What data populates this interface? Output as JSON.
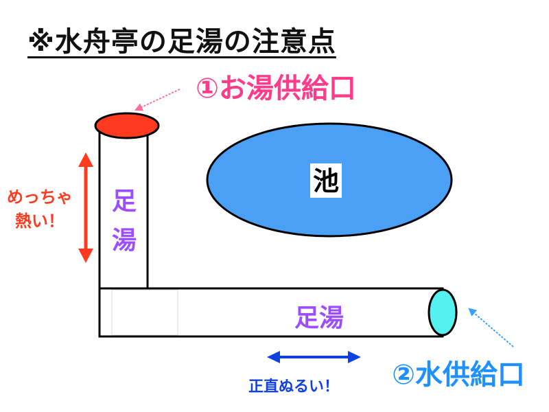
{
  "title": "※水舟亭の足湯の注意点",
  "labels": {
    "hot_water_inlet": "①お湯供給口",
    "pond": "池",
    "foot_bath_vertical_1": "足",
    "foot_bath_vertical_2": "湯",
    "foot_bath_horizontal": "足湯",
    "very_hot_line1": "めっちゃ",
    "very_hot_line2": "熱い！",
    "cold_water_inlet": "②水供給口",
    "lukewarm": "正直ぬるい！"
  },
  "colors": {
    "hot": "#ff3a1f",
    "hot_label": "#ff3b8a",
    "cold": "#55f0f0",
    "cold_label": "#1e90ff",
    "pond": "#4aa0f5",
    "foot_bath_text": "#9b4dff",
    "lukewarm_arrow": "#1040e0"
  }
}
